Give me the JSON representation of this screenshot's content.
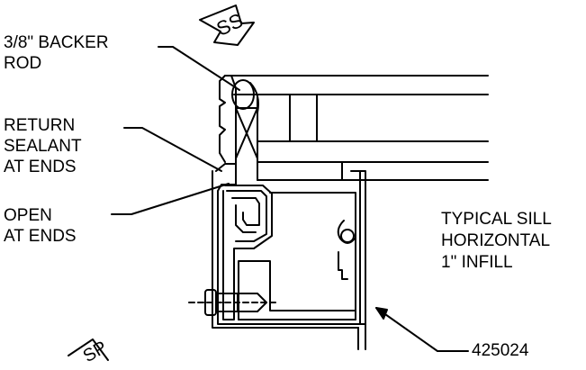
{
  "labels": {
    "backer_rod_line1": "3/8\" BACKER",
    "backer_rod_line2": "ROD",
    "return_sealant_line1": "RETURN",
    "return_sealant_line2": "SEALANT",
    "return_sealant_line3": "AT ENDS",
    "open_line1": "OPEN",
    "open_line2": "AT ENDS",
    "title_line1": "TYPICAL SILL",
    "title_line2": "HORIZONTAL",
    "title_line3": "1\" INFILL",
    "part_number": "425024",
    "ss_arrow": "SS",
    "sp_arrow": "SP"
  }
}
